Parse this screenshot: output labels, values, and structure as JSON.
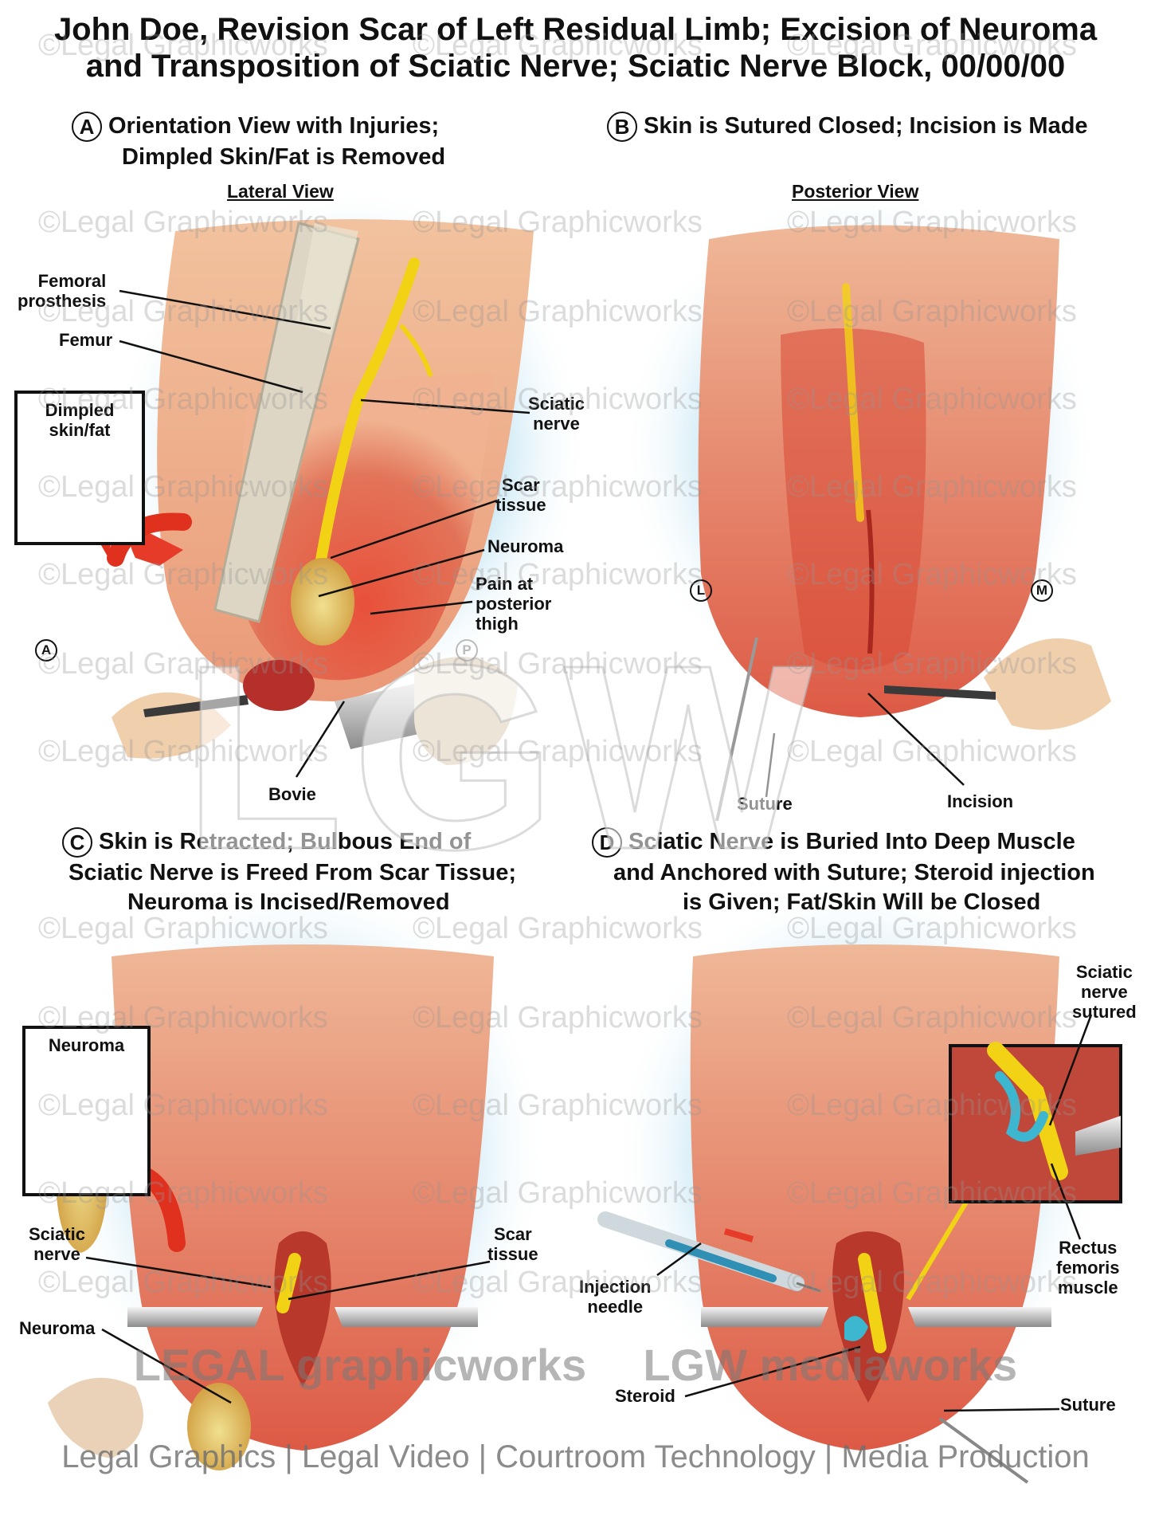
{
  "title": {
    "line1": "John Doe, Revision Scar of Left Residual Limb; Excision of Neuroma",
    "line2": "and Transposition of Sciatic Nerve; Sciatic Nerve Block, 00/00/00"
  },
  "panels": {
    "a": {
      "letter": "A",
      "title_line1": "Orientation View with Injuries;",
      "title_line2": "Dimpled Skin/Fat is Removed",
      "view": "Lateral View",
      "inset_label": "Dimpled\nskin/fat",
      "labels": {
        "femoral_prosthesis": "Femoral\nprosthesis",
        "femur": "Femur",
        "sciatic_nerve": "Sciatic\nnerve",
        "scar_tissue": "Scar\ntissue",
        "neuroma": "Neuroma",
        "pain": "Pain at\nposterior\nthigh",
        "bovie": "Bovie"
      },
      "markers": {
        "a": "A",
        "p": "P"
      }
    },
    "b": {
      "letter": "B",
      "title": "Skin is Sutured Closed; Incision is Made",
      "view": "Posterior View",
      "labels": {
        "suture": "Suture",
        "incision": "Incision"
      },
      "markers": {
        "l": "L",
        "m": "M"
      }
    },
    "c": {
      "letter": "C",
      "title_line1": "Skin is Retracted; Bulbous End of",
      "title_line2": "Sciatic Nerve is Freed From Scar Tissue;",
      "title_line3": "Neuroma is Incised/Removed",
      "inset_label": "Neuroma",
      "labels": {
        "sciatic_nerve": "Sciatic\nnerve",
        "scar_tissue": "Scar\ntissue",
        "neuroma": "Neuroma"
      }
    },
    "d": {
      "letter": "D",
      "title_line1": "Sciatic Nerve is Buried Into Deep Muscle",
      "title_line2": "and Anchored with Suture; Steroid injection",
      "title_line3": "is Given; Fat/Skin Will be Closed",
      "labels": {
        "sciatic_sutured": "Sciatic\nnerve\nsutured",
        "rectus": "Rectus\nfemoris\nmuscle",
        "injection": "Injection\nneedle",
        "steroid": "Steroid",
        "suture": "Suture"
      }
    }
  },
  "watermark": "©Legal Graphicworks",
  "logo_mark": "LGW",
  "footer": {
    "brand_left": "LEGAL graphicworks",
    "brand_right": "LGW mediaworks",
    "tagline": "Legal Graphics | Legal Video | Courtroom Technology | Media Production"
  },
  "colors": {
    "skin": "#f0b490",
    "muscle": "#d9402f",
    "nerve": "#f2d214",
    "bone": "#d9d2c0",
    "glow": "#bfe3f2"
  }
}
